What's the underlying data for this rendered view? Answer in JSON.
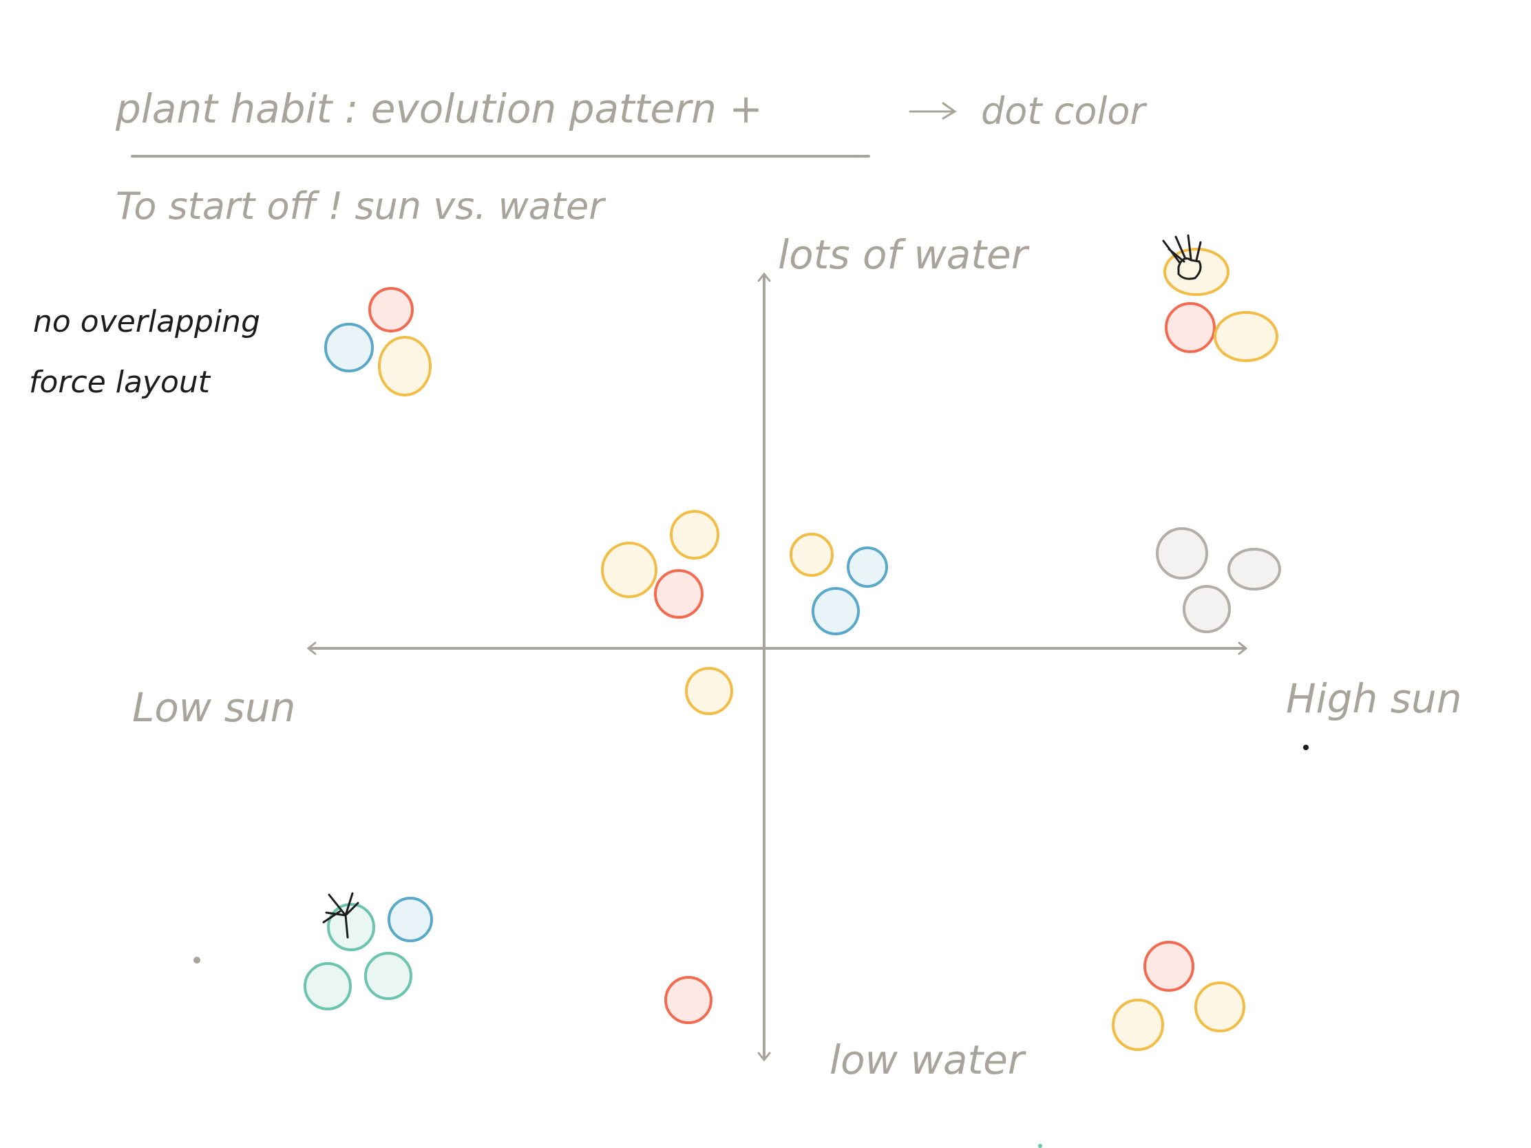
{
  "sketch": {
    "title": "plant habit : evolution pattern +",
    "color_note": "dot color",
    "subtitle": "To start off !  sun vs. water",
    "side_note_line1": "no overlapping",
    "side_note_line2": "force layout",
    "colors": {
      "ink": "#a9a49b",
      "pen": "#1c1c1c",
      "red": "#f26b50",
      "yellow": "#f2bd47",
      "blue": "#5aa8c8",
      "green": "#6cc4ae",
      "gray": "#b2aea8"
    }
  },
  "axes": {
    "y_top": "lots of water",
    "y_bottom": "low water",
    "x_left": "Low sun",
    "x_right": "High sun"
  },
  "dot_colors": [
    "red",
    "yellow",
    "blue",
    "green",
    "gray"
  ],
  "icons": [
    "plant-sketch-icon",
    "plant-sketch-icon"
  ]
}
